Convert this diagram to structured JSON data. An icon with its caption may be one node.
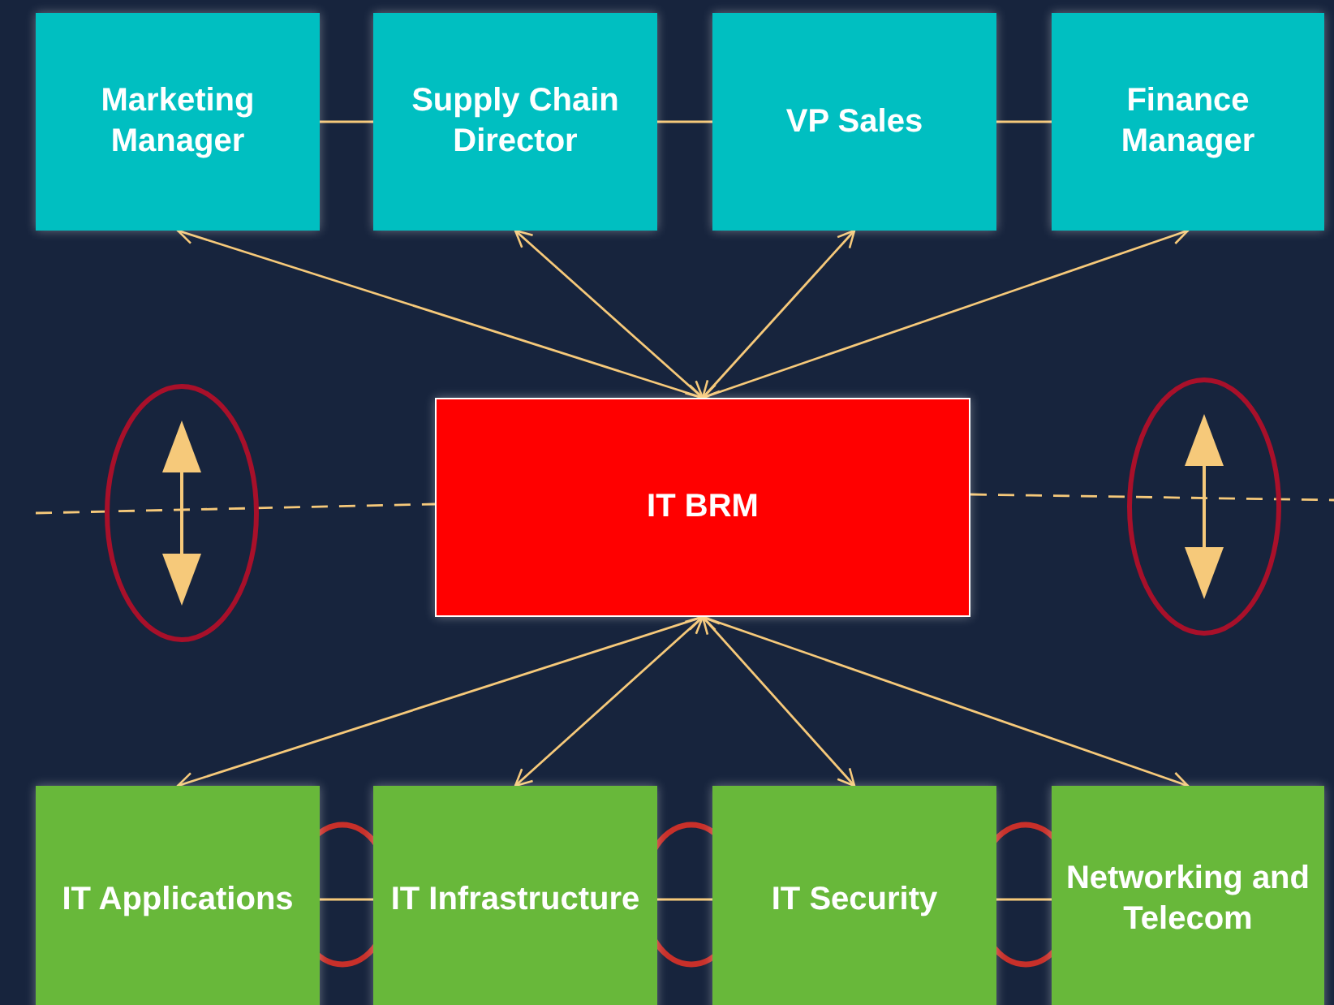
{
  "diagram": {
    "nodes": [
      {
        "text": [
          "Marketing Manager"
        ]
      },
      {
        "text": [
          "Supply Chain Director"
        ]
      },
      {
        "text": [
          "VP Sales"
        ]
      },
      {
        "text": [
          "Finance Manager"
        ]
      },
      {
        "text": [
          "IT BRM"
        ]
      },
      {
        "text": [
          "IT Applications"
        ]
      },
      {
        "text": [
          "IT Infrastructure"
        ]
      },
      {
        "text": [
          "IT Security"
        ]
      },
      {
        "text": [
          "Networking and Telecom"
        ]
      }
    ],
    "edges": [
      {
        "from": 0,
        "to": 1,
        "arrow": "none"
      },
      {
        "from": 1,
        "to": 2,
        "arrow": "none"
      },
      {
        "from": 2,
        "to": 3,
        "arrow": "none"
      },
      {
        "from": 0,
        "to": 4,
        "arrow": "both"
      },
      {
        "from": 1,
        "to": 4,
        "arrow": "both"
      },
      {
        "from": 2,
        "to": 4,
        "arrow": "both"
      },
      {
        "from": 3,
        "to": 4,
        "arrow": "both"
      },
      {
        "from": 4,
        "to": 5,
        "arrow": "both"
      },
      {
        "from": 4,
        "to": 6,
        "arrow": "both"
      },
      {
        "from": 4,
        "to": 7,
        "arrow": "both"
      },
      {
        "from": 4,
        "to": 8,
        "arrow": "both"
      },
      {
        "from": 5,
        "to": 6,
        "arrow": "none"
      },
      {
        "from": 6,
        "to": 7,
        "arrow": "none"
      },
      {
        "from": 7,
        "to": 8,
        "arrow": "none"
      },
      {
        "from": null,
        "to": 4,
        "arrow": "none",
        "style": "dashed"
      },
      {
        "from": 4,
        "to": null,
        "arrow": "none",
        "style": "dashed"
      }
    ]
  }
}
